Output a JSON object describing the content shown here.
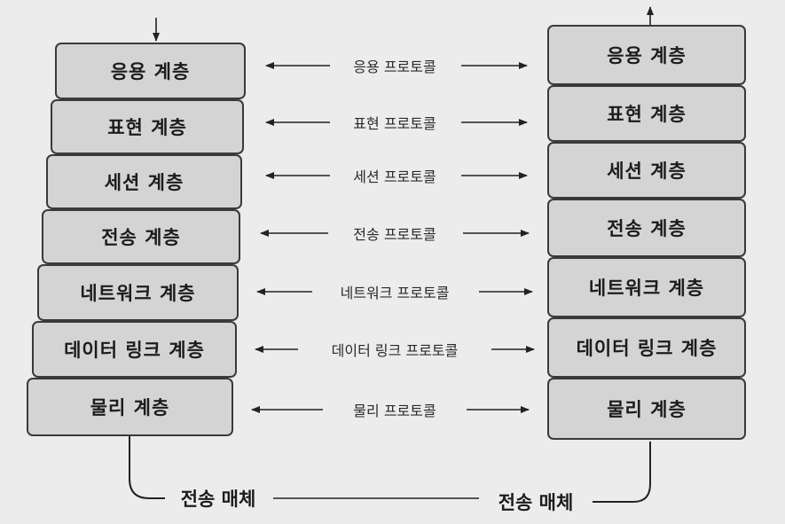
{
  "sender": {
    "layers": [
      {
        "label": "응용 계층"
      },
      {
        "label": "표현 계층"
      },
      {
        "label": "세션 계층"
      },
      {
        "label": "전송 계층"
      },
      {
        "label": "네트워크 계층"
      },
      {
        "label": "데이터 링크 계층"
      },
      {
        "label": "물리 계층"
      }
    ]
  },
  "receiver": {
    "layers": [
      {
        "label": "응용 계층"
      },
      {
        "label": "표현 계층"
      },
      {
        "label": "세션 계층"
      },
      {
        "label": "전송 계층"
      },
      {
        "label": "네트워크 계층"
      },
      {
        "label": "데이터 링크 계층"
      },
      {
        "label": "물리 계층"
      }
    ]
  },
  "protocols": [
    {
      "label": "응용 프로토콜"
    },
    {
      "label": "표현 프로토콜"
    },
    {
      "label": "세션 프로토콜"
    },
    {
      "label": "전송 프로토콜"
    },
    {
      "label": "네트워크 프로토콜"
    },
    {
      "label": "데이터 링크 프로토콜"
    },
    {
      "label": "물리 프로토콜"
    }
  ],
  "medium": {
    "left_label": "전송 매체",
    "right_label": "전송 매체"
  }
}
